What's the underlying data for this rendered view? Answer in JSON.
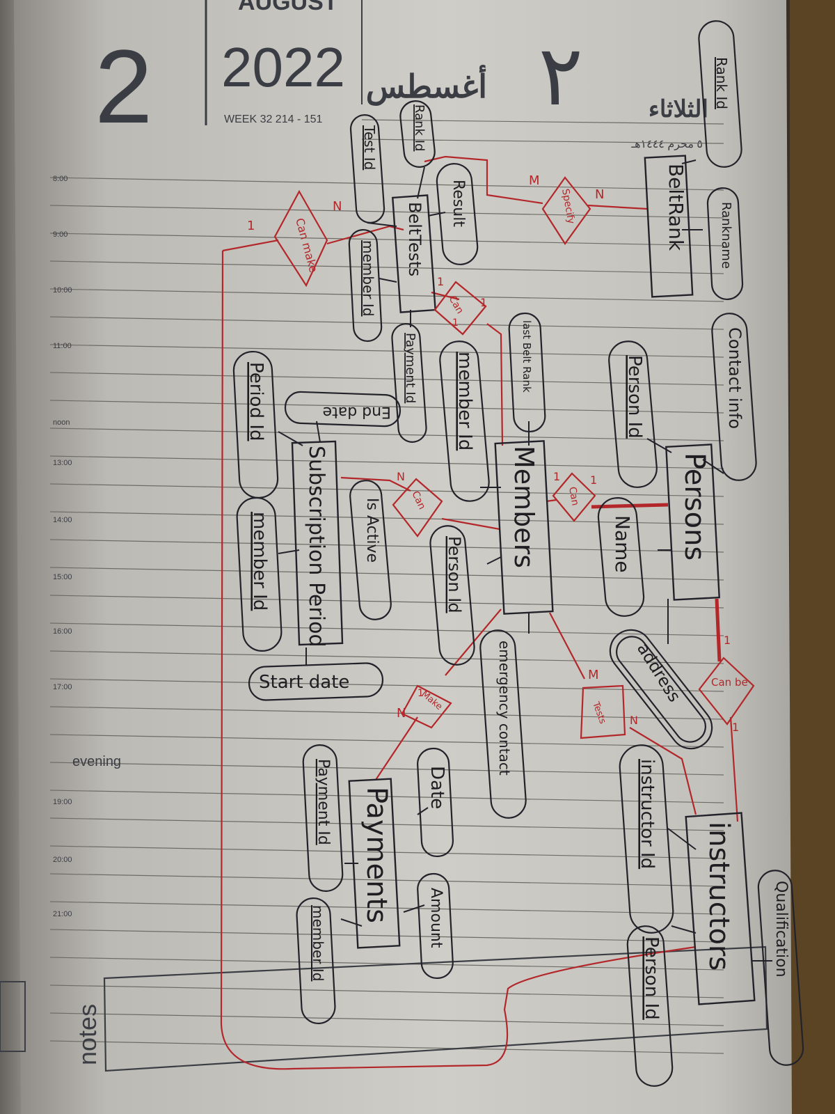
{
  "planner": {
    "day_number": "2",
    "month": "AUGUST",
    "year": "2022",
    "week_line": "WEEK 32  214 - 151",
    "arabic_month": "أغسطس",
    "arabic_day_number": "٢",
    "arabic_weekday": "الثلاثاء",
    "hijri_date": "٥ محرم ١٤٤٤هـ",
    "times": [
      "8:00",
      "9:00",
      "10:00",
      "11:00",
      "noon",
      "13:00",
      "14:00",
      "15:00",
      "16:00",
      "17:00",
      "evening",
      "19:00",
      "20:00",
      "21:00"
    ],
    "notes_label": "notes"
  },
  "er_diagram": {
    "entities": [
      "BeltRank",
      "BeltTests",
      "Members",
      "Persons",
      "Subscription Period",
      "Payments",
      "instructors"
    ],
    "attributes": [
      "Rank Id",
      "Rankname",
      "Rank Id",
      "Test Id",
      "Result",
      "member Id",
      "Payment Id",
      "Contact info",
      "Person Id",
      "Name",
      "address",
      "last Belt Rank",
      "member Id",
      "Person Id",
      "emergency contact",
      "End date",
      "Period Id",
      "Is Active",
      "member Id",
      "Start date",
      "Date",
      "Amount",
      "Payment Id",
      "member Id",
      "instructor Id",
      "Person Id",
      "Qualification"
    ],
    "relationships": [
      "Can make",
      "Specify",
      "Can",
      "Can",
      "Can",
      "Make",
      "Can be",
      "Tests"
    ],
    "cardinalities": [
      "1",
      "N",
      "M",
      "N",
      "1",
      "1",
      "N",
      "1",
      "1",
      "M",
      "N",
      "1",
      "N",
      "1",
      "1",
      "1"
    ]
  }
}
